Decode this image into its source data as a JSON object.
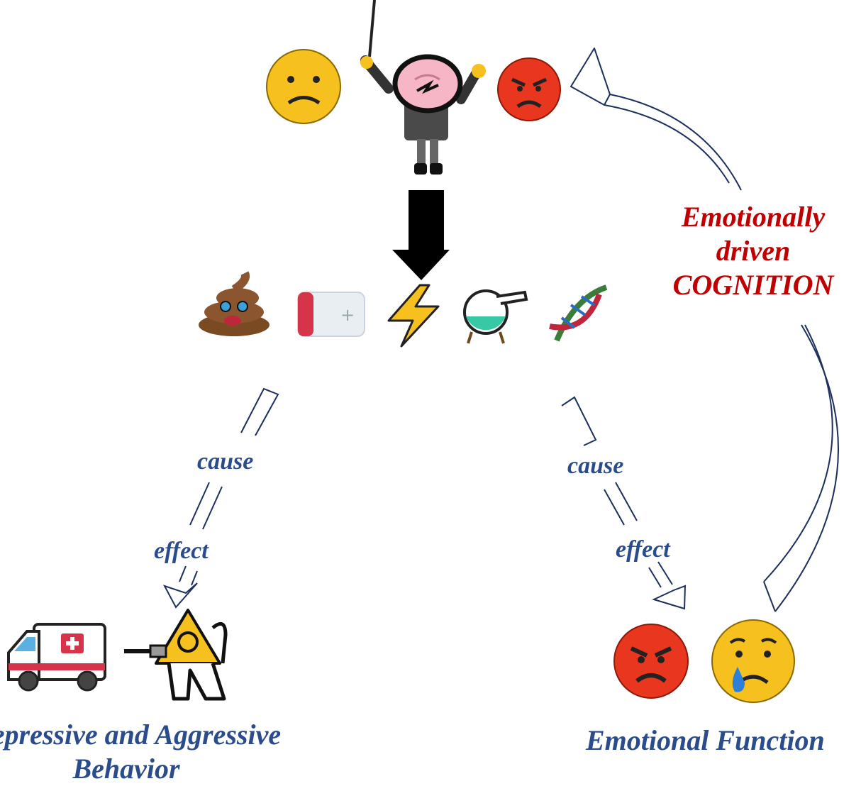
{
  "labels": {
    "cognition_line1": "Emotionally",
    "cognition_line2": "driven",
    "cognition_line3": "COGNITION",
    "cause_left": "cause",
    "effect_left": "effect",
    "cause_right": "cause",
    "effect_right": "effect",
    "bottom_left_line1": "Depressive and Aggressive",
    "bottom_left_line2": "Behavior",
    "bottom_right": "Emotional Function"
  },
  "icons": [
    "sad-face-icon",
    "brain-conductor-icon",
    "angry-face-icon",
    "poop-icon",
    "low-battery-icon",
    "lightning-icon",
    "flask-icon",
    "dna-icon",
    "ambulance-icon",
    "biohazard-figure-icon",
    "crying-face-icon"
  ],
  "colors": {
    "label_blue": "#2b4c8c",
    "label_red": "#c00000",
    "emoji_yellow": "#f6c01e",
    "emoji_red": "#e8361f"
  }
}
